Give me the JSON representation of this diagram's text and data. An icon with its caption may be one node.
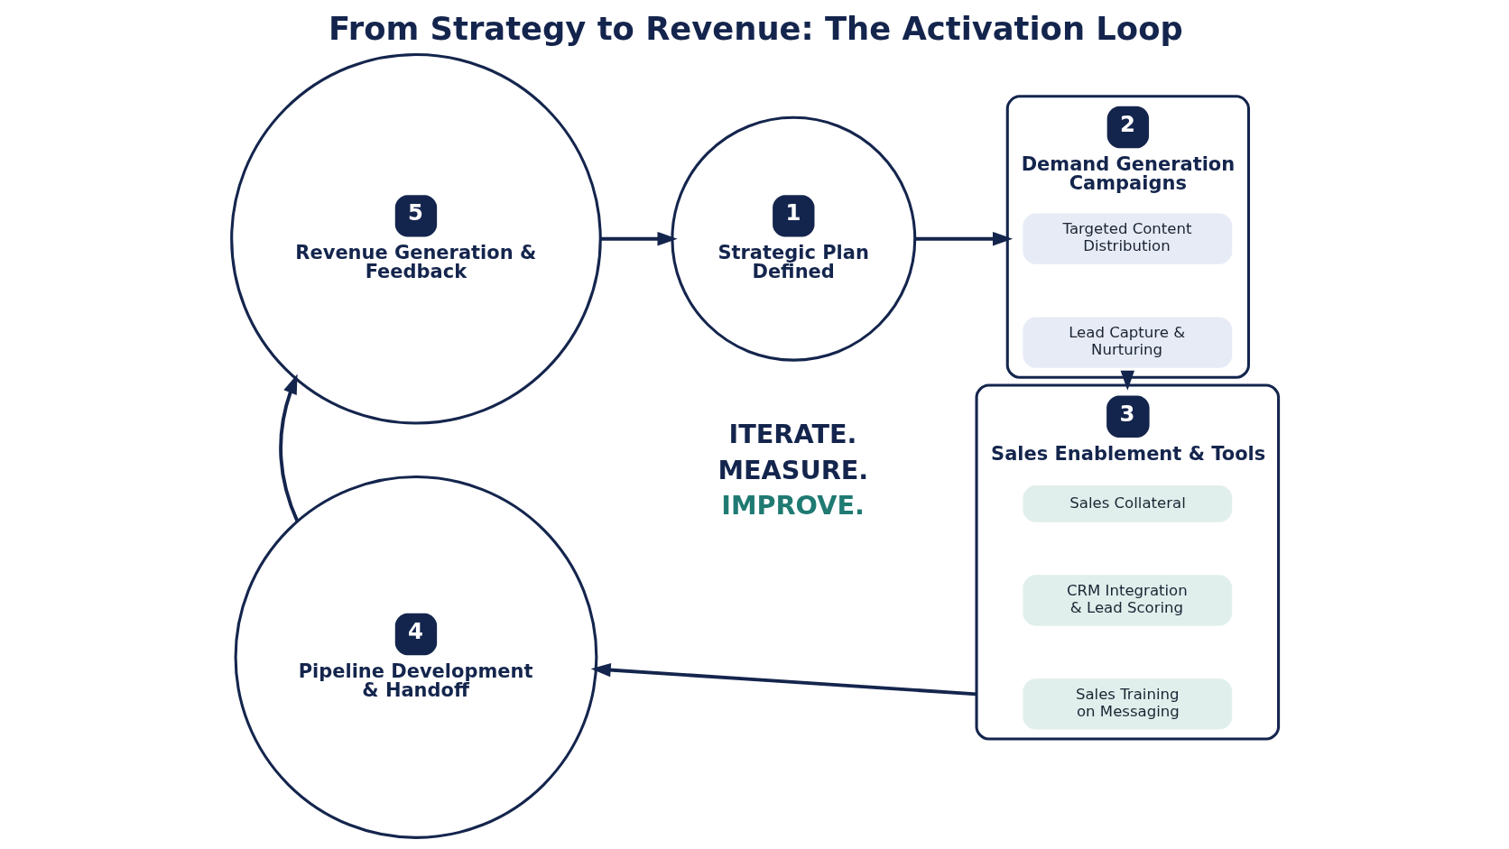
{
  "diagram": {
    "title": "From Strategy to Revenue: The Activation Loop",
    "nodes": [
      {
        "text": [
          "1",
          "Strategic Plan Defined"
        ]
      },
      {
        "text": [
          "2",
          "Demand Generation Campaigns"
        ]
      },
      {
        "text": [
          "Targeted Content Distribution"
        ],
        "in": 1
      },
      {
        "text": [
          "Lead Capture & Nurturing"
        ],
        "in": 1
      },
      {
        "text": [
          "3",
          "Sales Enablement & Tools"
        ]
      },
      {
        "text": [
          "Sales Collateral"
        ],
        "in": 4
      },
      {
        "text": [
          "CRM Integration & Lead Scoring"
        ],
        "in": 4
      },
      {
        "text": [
          "Sales Training on Messaging"
        ],
        "in": 4
      },
      {
        "text": [
          "4",
          "Pipeline Development & Handoff"
        ]
      },
      {
        "text": [
          "5",
          "Revenue Generation & Feedback"
        ]
      }
    ],
    "edges": [
      {
        "from": 0,
        "to": 1,
        "arrow": "to"
      },
      {
        "from": 1,
        "to": 4,
        "arrow": "to"
      },
      {
        "from": 4,
        "to": 8,
        "arrow": "to"
      },
      {
        "from": 8,
        "to": 9,
        "arrow": "to"
      },
      {
        "from": 9,
        "to": 0,
        "arrow": "to"
      }
    ],
    "labels": [
      "ITERATE.",
      "MEASURE.",
      "IMPROVE."
    ]
  }
}
